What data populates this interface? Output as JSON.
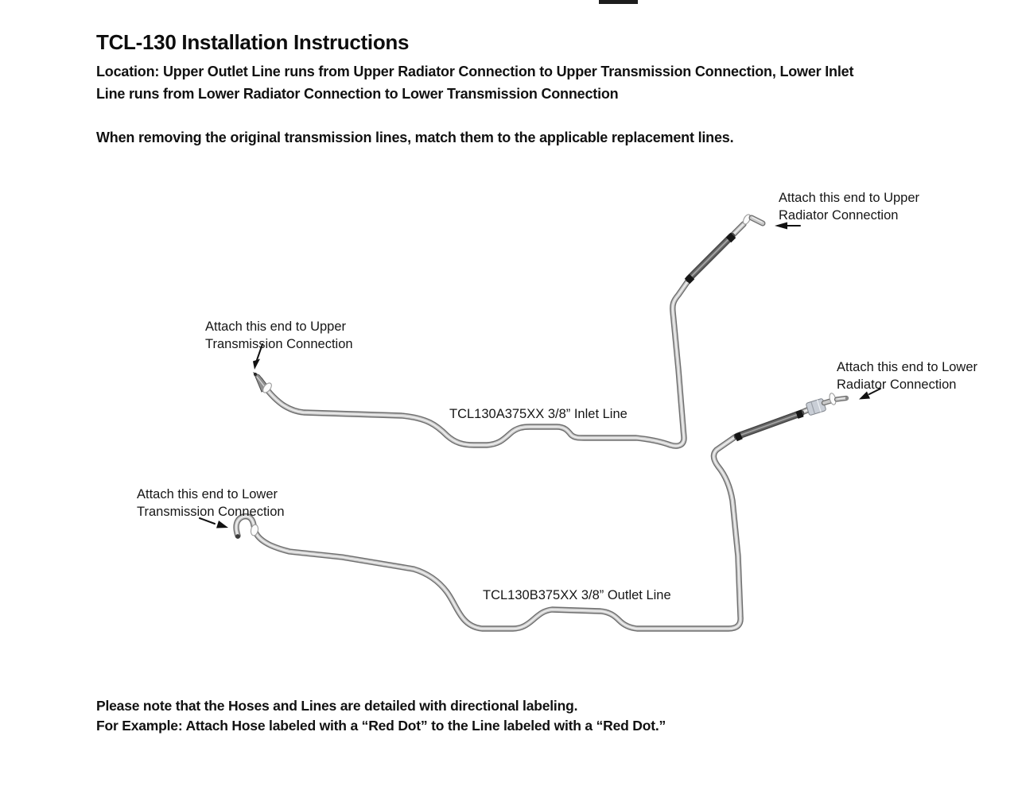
{
  "document": {
    "title": "TCL-130 Installation Instructions",
    "location_line1": "Location: Upper Outlet Line runs from Upper Radiator Connection to Upper Transmission Connection, Lower Inlet",
    "location_line2": "Line runs from Lower Radiator Connection to Lower Transmission Connection",
    "removal_instruction": "When removing the original transmission lines, match them to the applicable replacement lines.",
    "footer_line1": "Please note that the Hoses and Lines are detailed with directional labeling.",
    "footer_line2": "For Example: Attach Hose labeled with a “Red Dot” to the Line labeled with a “Red Dot.”"
  },
  "diagram": {
    "inlet_line": {
      "part_label": "TCL130A375XX 3/8” Inlet Line",
      "transmission_callout": {
        "line1": "Attach this end to Upper",
        "line2": "Transmission Connection"
      },
      "radiator_callout": {
        "line1": "Attach this end to Upper",
        "line2": "Radiator Connection"
      }
    },
    "outlet_line": {
      "part_label": "TCL130B375XX 3/8” Outlet Line",
      "transmission_callout": {
        "line1": "Attach this end to Lower",
        "line2": "Transmission Connection"
      },
      "radiator_callout": {
        "line1": "Attach this end to Lower",
        "line2": "Radiator Connection"
      }
    },
    "colors": {
      "tube_outline": "#6e6e6e",
      "tube_body": "#c9c9c9",
      "tube_highlight": "#efefef",
      "braid_dark": "#474747",
      "braid_band": "#161616",
      "fitting_silver": "#c9ced6",
      "arrow_black": "#111111"
    }
  }
}
